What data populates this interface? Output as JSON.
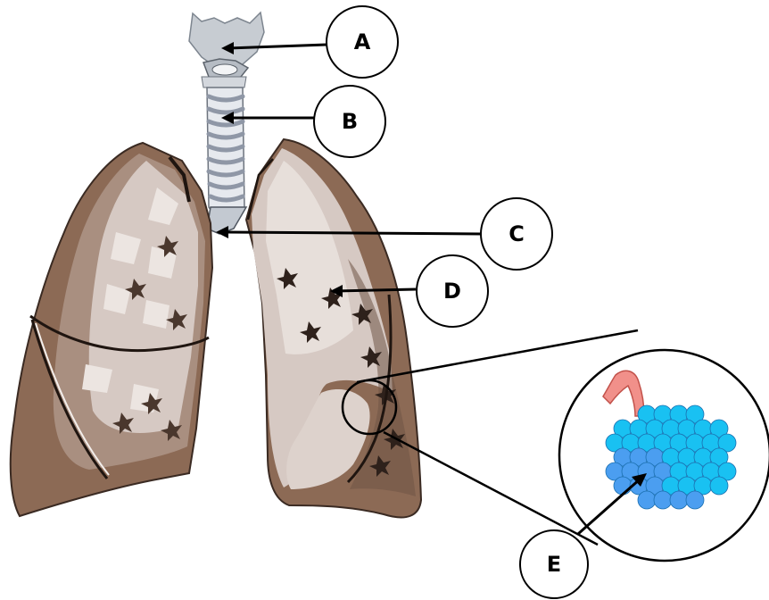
{
  "labels": {
    "a": "A",
    "b": "B",
    "c": "C",
    "d": "D",
    "e": "E"
  },
  "colors": {
    "lung_outer": "#8c6a55",
    "lung_mid": "#a98f80",
    "lung_light": "#d6c9c3",
    "lung_pale": "#ece5e1",
    "lung_dark": "#3a2a22",
    "trachea_light": "#e6e9ee",
    "trachea_ring": "#8f97a6",
    "larynx": "#c7ccd2",
    "alveoli_light": "#19c1f2",
    "alveoli_dark": "#4b9ef0",
    "arteriole": "#f1908a",
    "outline": "#000000"
  },
  "icons": {
    "lungs": "lungs-illustration",
    "trachea": "trachea-illustration",
    "larynx": "larynx-illustration",
    "alveoli": "alveoli-cluster-illustration"
  }
}
